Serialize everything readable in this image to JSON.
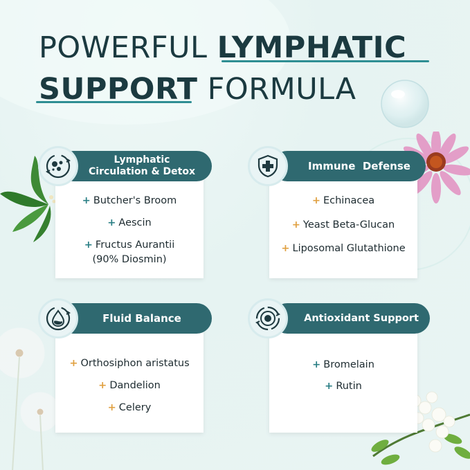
{
  "headline": {
    "line1_regular": "POWERFUL ",
    "line1_bold": "LYMPHATIC",
    "line2_bold": "SUPPORT",
    "line2_regular": " FORMULA"
  },
  "cards": [
    {
      "title_line1": "Lymphatic",
      "title_line2": "Circulation & Detox",
      "icon": "cells-cycle-icon",
      "items": [
        "Butcher's Broom",
        "Aescin",
        "Fructus Aurantii",
        "(90% Diosmin)"
      ]
    },
    {
      "title": "Immune  Defense",
      "icon": "shield-plus-icon",
      "items": [
        "Echinacea",
        "Yeast Beta-Glucan",
        "Liposomal Glutathione"
      ]
    },
    {
      "title": "Fluid Balance",
      "icon": "water-drop-icon",
      "items": [
        "Orthosiphon aristatus",
        "Dandelion",
        "Celery"
      ]
    },
    {
      "title": "Antioxidant Support",
      "icon": "antioxidant-cycle-icon",
      "items": [
        "Bromelain",
        "Rutin"
      ]
    }
  ],
  "plus_symbol": "+",
  "colors": {
    "pill": "#2f6970",
    "accent_teal": "#2e8e93",
    "accent_gold": "#e0a040",
    "headline": "#1b3a40"
  }
}
